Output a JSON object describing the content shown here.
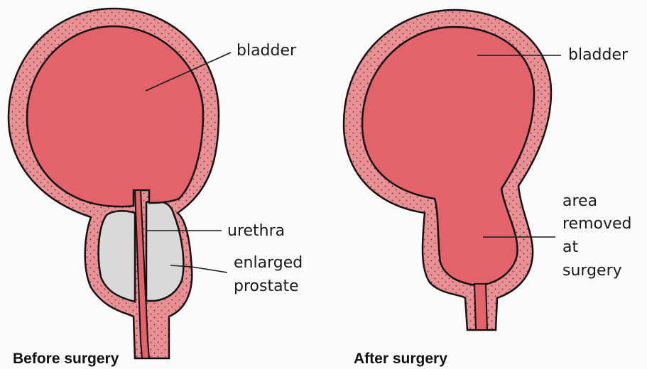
{
  "colors": {
    "wall": "#e89094",
    "lumen": "#e2636a",
    "prostate": "#d9d9d9",
    "outline": "#111111",
    "stipple": "#6b2a2c",
    "background": "#fbfbfb"
  },
  "before": {
    "caption": "Before surgery",
    "labels": {
      "bladder": "bladder",
      "urethra": "urethra",
      "enlarged_prostate_line1": "enlarged",
      "enlarged_prostate_line2": "prostate"
    }
  },
  "after": {
    "caption": "After surgery",
    "labels": {
      "bladder": "bladder",
      "area_removed_line1": "area",
      "area_removed_line2": "removed",
      "area_removed_line3": "at",
      "area_removed_line4": "surgery"
    }
  }
}
